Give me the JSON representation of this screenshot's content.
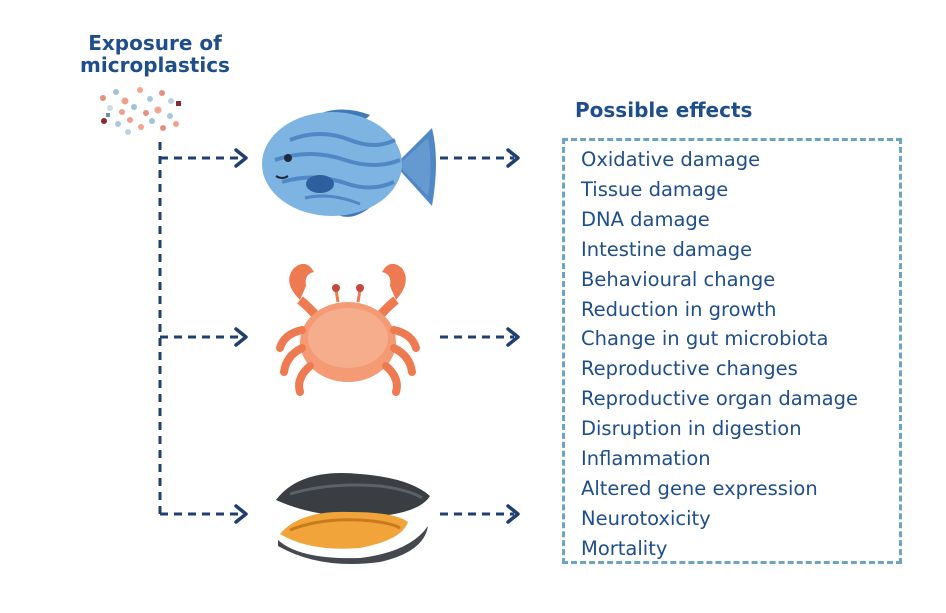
{
  "exposure_label": "Exposure of microplastics",
  "organisms": [
    {
      "name": "fish-illustration"
    },
    {
      "name": "crab-illustration"
    },
    {
      "name": "mussel-illustration"
    }
  ],
  "effects": {
    "heading": "Possible effects",
    "items": [
      "Oxidative damage",
      "Tissue damage",
      "DNA damage",
      "Intestine damage",
      "Behavioural change",
      "Reduction in growth",
      "Change in gut microbiota",
      "Reproductive changes",
      "Reproductive organ damage",
      "Disruption in digestion",
      "Inflammation",
      "Altered gene expression",
      "Neurotoxicity",
      "Mortality"
    ]
  },
  "colors": {
    "heading": "#1f4e8c",
    "arrow": "#1f3f6e",
    "box_border": "#6fa3c2"
  }
}
